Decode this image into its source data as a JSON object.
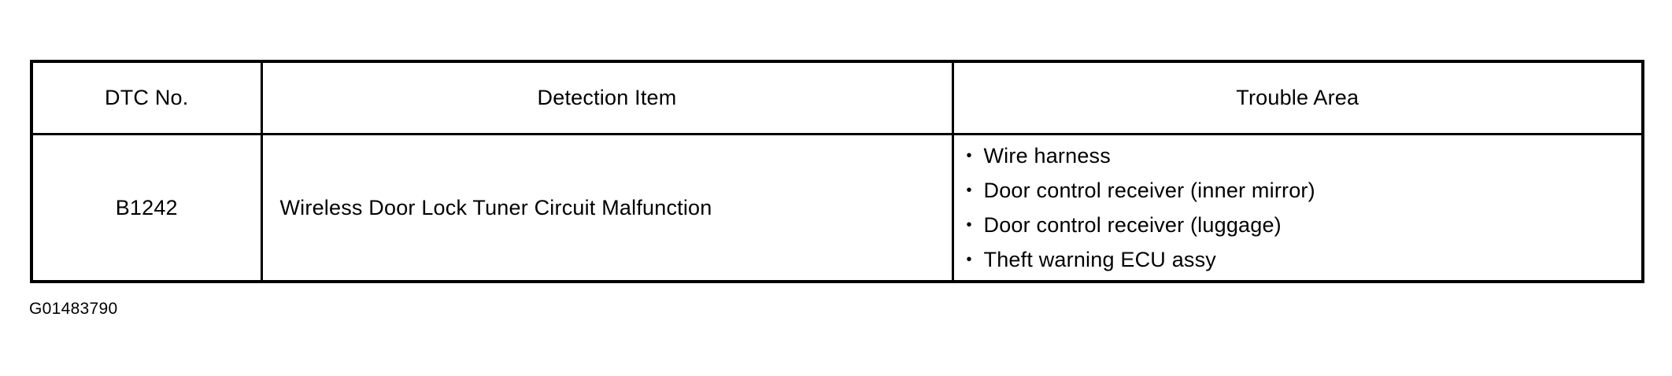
{
  "table": {
    "columns": [
      {
        "key": "dtc_no",
        "header": "DTC No."
      },
      {
        "key": "detection_item",
        "header": "Detection Item"
      },
      {
        "key": "trouble_area",
        "header": "Trouble Area"
      }
    ],
    "rows": [
      {
        "dtc_no": "B1242",
        "detection_item": "Wireless Door Lock Tuner Circuit Malfunction",
        "trouble_area": [
          "Wire harness",
          "Door control receiver (inner mirror)",
          "Door control receiver (luggage)",
          "Theft warning ECU assy"
        ]
      }
    ],
    "bullet_glyph": "•",
    "border_color": "#000000",
    "background_color": "#ffffff",
    "text_color": "#000000"
  },
  "figure": {
    "id_label": "G01483790"
  }
}
